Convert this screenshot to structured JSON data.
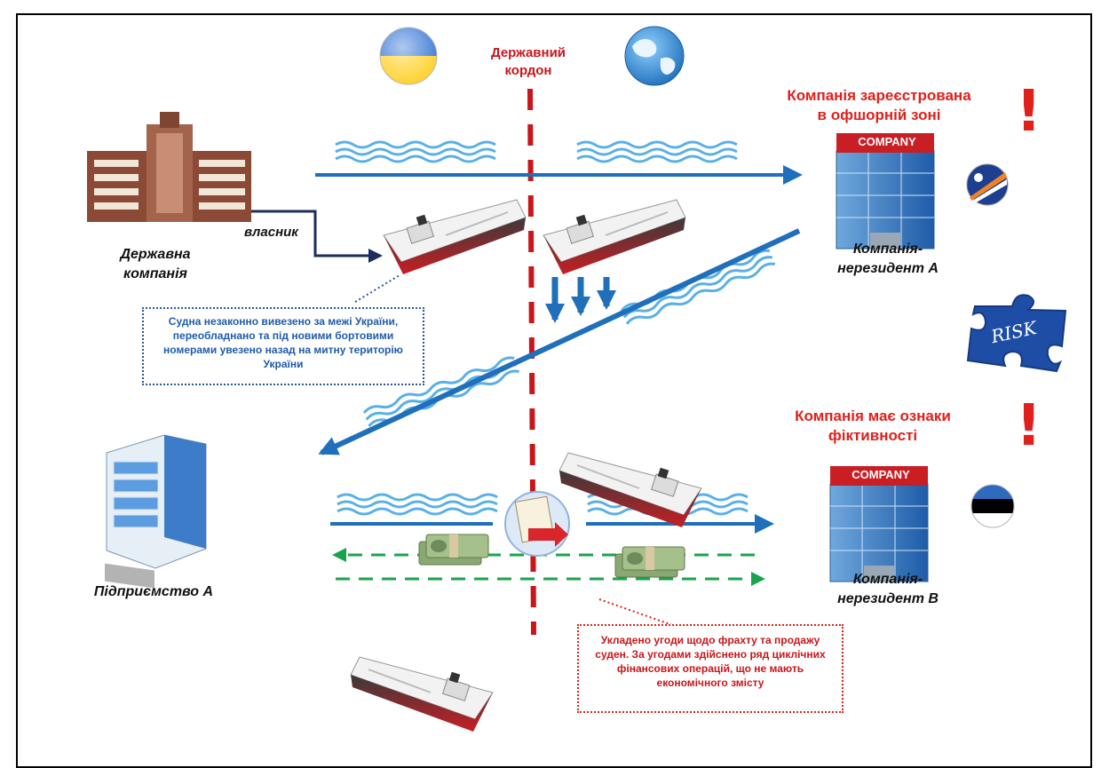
{
  "labels": {
    "border": "Державний\nкордон",
    "offshore_warning": "Компанія зареєстрована\nв офшорній зоні",
    "fictitious_warning": "Компанія має ознаки\nфіктивності",
    "state_company": "Державна\nкомпанія",
    "owner": "власник",
    "nonresident_a": "Компанія-\nнерезидент А",
    "nonresident_b": "Компанія-\nнерезидент В",
    "enterprise_a": "Підприємство А",
    "company_sign": "COMPANY",
    "risk": "RISK",
    "exclamation": "!"
  },
  "callouts": {
    "ships_note": "Судна незаконно вивезено за межі України, переобладнано та під новими бортовими номерами увезено назад на митну територію України",
    "deals_note": "Укладено угоди щодо фрахту та продажу суден. За угодами здійснено ряд циклічних фінансових операцій, що не мають економічного змісту"
  },
  "colors": {
    "border_line": "#c8161b",
    "flow_arrow": "#1f6fba",
    "money_arrow": "#1aa34a",
    "warning_text": "#e0201c",
    "owner_arrow": "#1b2e5e"
  }
}
